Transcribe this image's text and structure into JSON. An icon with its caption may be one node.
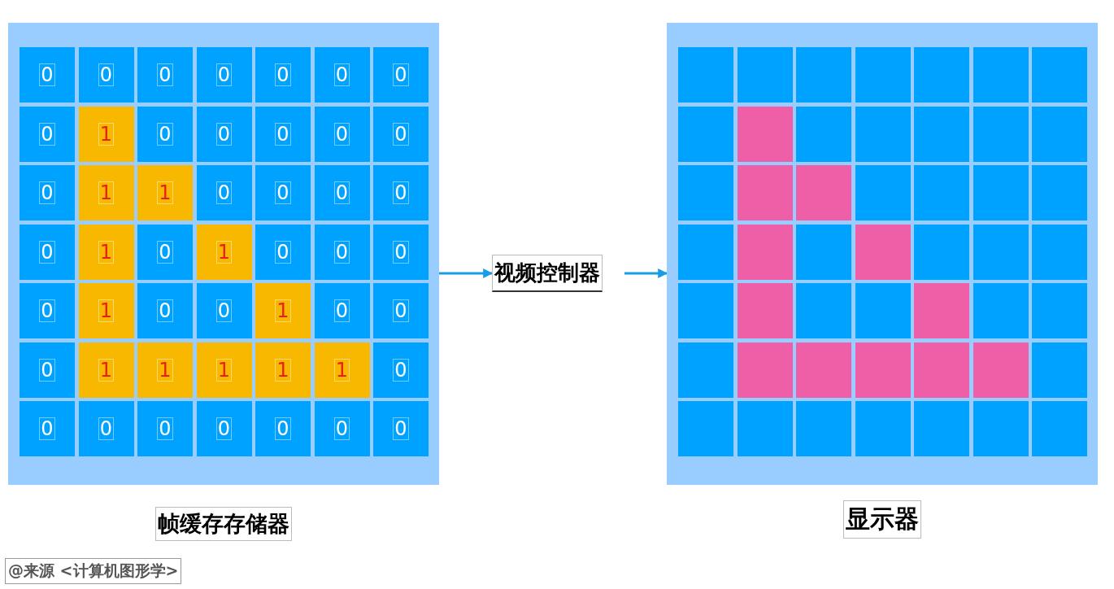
{
  "diagram": {
    "caption": "@来源 <计算机图形学>",
    "nodes": [
      {
        "text": [
          "帧缓存存储器"
        ]
      },
      {
        "text": [
          "视频控制器"
        ]
      },
      {
        "text": [
          "显示器"
        ]
      }
    ],
    "edges": [
      {
        "from": 0,
        "to": 1,
        "arrow": "to"
      },
      {
        "from": 1,
        "to": 2,
        "arrow": "to"
      }
    ],
    "labels": [
      "0",
      "0",
      "0",
      "0",
      "0",
      "0",
      "0",
      "0",
      "1",
      "0",
      "0",
      "0",
      "0",
      "0",
      "0",
      "1",
      "1",
      "0",
      "0",
      "0",
      "0",
      "0",
      "1",
      "0",
      "1",
      "0",
      "0",
      "0",
      "0",
      "1",
      "0",
      "0",
      "1",
      "0",
      "0",
      "0",
      "1",
      "1",
      "1",
      "1",
      "1",
      "0",
      "0",
      "0",
      "0",
      "0",
      "0",
      "0",
      "0"
    ]
  }
}
